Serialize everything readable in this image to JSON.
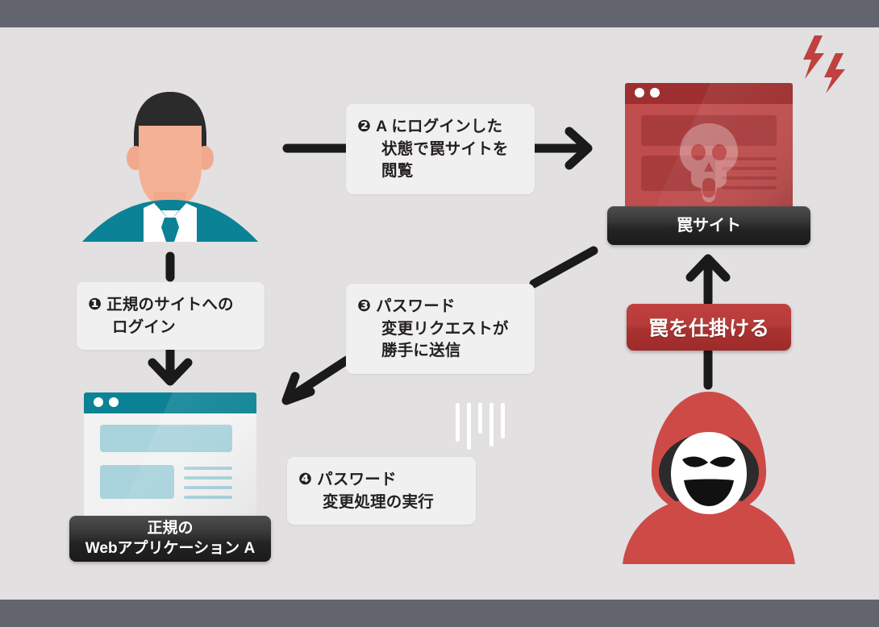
{
  "page": {
    "title": "CSRF attack flow diagram",
    "background_color": "#e2e0e1",
    "band_color": "#62656e"
  },
  "colors": {
    "accent_teal": "#0b8295",
    "accent_red": "#c0413f",
    "dark_bar": "#232323",
    "callout_bg": "#f0f0f0",
    "text_dark": "#231f20"
  },
  "steps": [
    {
      "id": "step-1",
      "marker": "❶",
      "text": "正規のサイトへの\nログイン"
    },
    {
      "id": "step-2",
      "marker": "❷",
      "text": "A にログインした\n状態で罠サイトを\n閲覧"
    },
    {
      "id": "step-3",
      "marker": "❸",
      "text": "パスワード\n変更リクエストが\n勝手に送信"
    },
    {
      "id": "step-4",
      "marker": "❹",
      "text": "パスワード\n変更処理の実行"
    }
  ],
  "nodes": {
    "legit_site": {
      "caption": "正規の\nWebアプリケーション A",
      "window_style": "teal"
    },
    "trap_site": {
      "caption": "罠サイト",
      "window_style": "red",
      "watermark": "skull-icon"
    },
    "attacker_button": {
      "label": "罠を仕掛ける"
    },
    "user": {
      "icon": "businessman-avatar"
    },
    "attacker": {
      "icon": "hooded-hacker-avatar"
    },
    "alert": {
      "icon": "lightning-bolts-icon"
    }
  }
}
